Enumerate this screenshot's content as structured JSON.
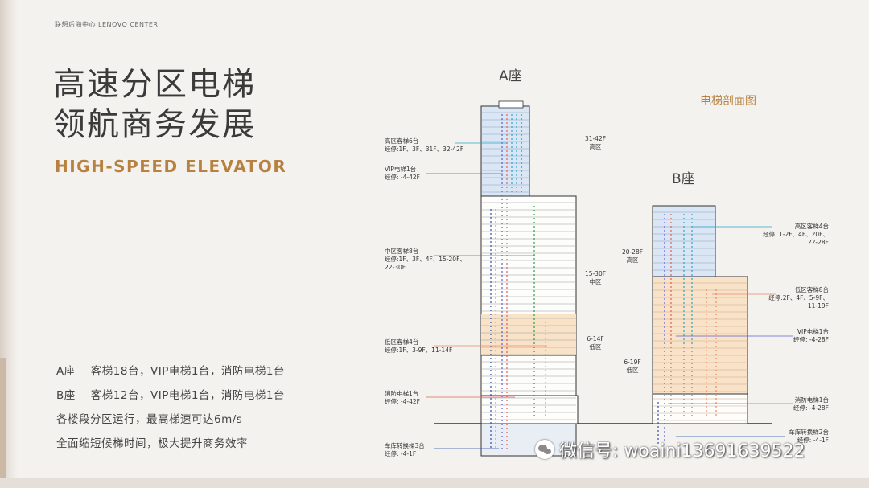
{
  "header": {
    "tag": "联想后海中心  LENOVO CENTER"
  },
  "title": {
    "line1": "高速分区电梯",
    "line2": "领航商务发展"
  },
  "subtitle": "HIGH-SPEED ELEVATOR",
  "description": {
    "tower_a_label": "A座",
    "tower_a_text": "客梯18台，VIP电梯1台，消防电梯1台",
    "tower_b_label": "B座",
    "tower_b_text": "客梯12台，VIP电梯1台，消防电梯1台",
    "line3": "各楼段分区运行，最高梯速可达6m/s",
    "line4": "全面缩短候梯时间，极大提升商务效率"
  },
  "diagram": {
    "title": "电梯剖面图",
    "tower_a": {
      "name": "A座",
      "labels": [
        {
          "line1": "高区客梯6台",
          "line2": "经停:1F、3F、31F、32-42F",
          "line3": ""
        },
        {
          "line1": "VIP电梯1台",
          "line2": "经停: -4-42F",
          "line3": ""
        },
        {
          "line1": "中区客梯8台",
          "line2": "经停:1F、3F、4F、15-20F、",
          "line3": "22-30F"
        },
        {
          "line1": "低区客梯4台",
          "line2": "经停:1F、3-9F、11-14F",
          "line3": ""
        },
        {
          "line1": "消防电梯1台",
          "line2": "经停: -4-42F",
          "line3": ""
        },
        {
          "line1": "车库转换梯3台",
          "line2": "经停: -4-1F",
          "line3": ""
        }
      ],
      "zones": [
        {
          "floors": "31-42F",
          "zone": "高区"
        },
        {
          "floors": "15-30F",
          "zone": "中区"
        },
        {
          "floors": "6-14F",
          "zone": "低区"
        }
      ]
    },
    "tower_b": {
      "name": "B座",
      "labels": [
        {
          "line1": "高区客梯4台",
          "line2": "经停: 1-2F、4F、20F、",
          "line3": "22-28F"
        },
        {
          "line1": "低区客梯8台",
          "line2": "经停:2F、4F、5-9F、",
          "line3": "11-19F"
        },
        {
          "line1": "VIP电梯1台",
          "line2": "经停: -4-28F",
          "line3": ""
        },
        {
          "line1": "消防电梯1台",
          "line2": "经停: -4-28F",
          "line3": ""
        },
        {
          "line1": "车库转换梯2台",
          "line2": "经停: -4-1F",
          "line3": ""
        }
      ],
      "zones": [
        {
          "floors": "20-28F",
          "zone": "高区"
        },
        {
          "floors": "6-19F",
          "zone": "低区"
        }
      ]
    },
    "colors": {
      "high": "#2aa7c9",
      "vip": "#5b5fd0",
      "mid": "#2e9e3e",
      "low": "#e88a6a",
      "fire": "#e0605a",
      "garage": "#2d4fa8",
      "band_blue": "#dbe6f5",
      "band_orange": "#f9e3c8"
    }
  },
  "watermark": "微信号: woaini13691639522"
}
